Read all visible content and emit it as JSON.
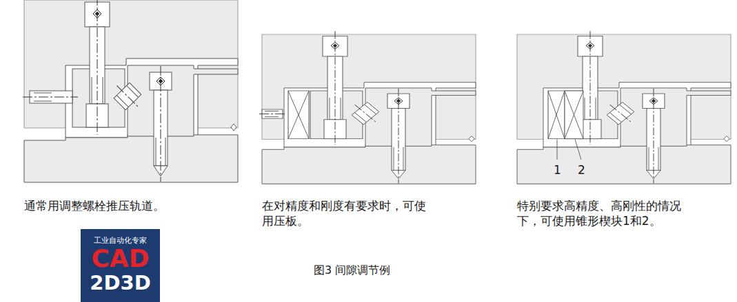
{
  "diagram": {
    "caption": "图3 间隙调节例",
    "nodes": [
      {
        "text": [
          "工业自动化专家",
          "CAD",
          "2D3D"
        ]
      }
    ],
    "labels": [
      "通常用调整螺栓推压轨道。",
      "在对精度和刚度有要求时，可使用压板。",
      "特别要求高精度、高刚性的情况下，可使用锥形楔块1和2。",
      "1",
      "2"
    ]
  }
}
